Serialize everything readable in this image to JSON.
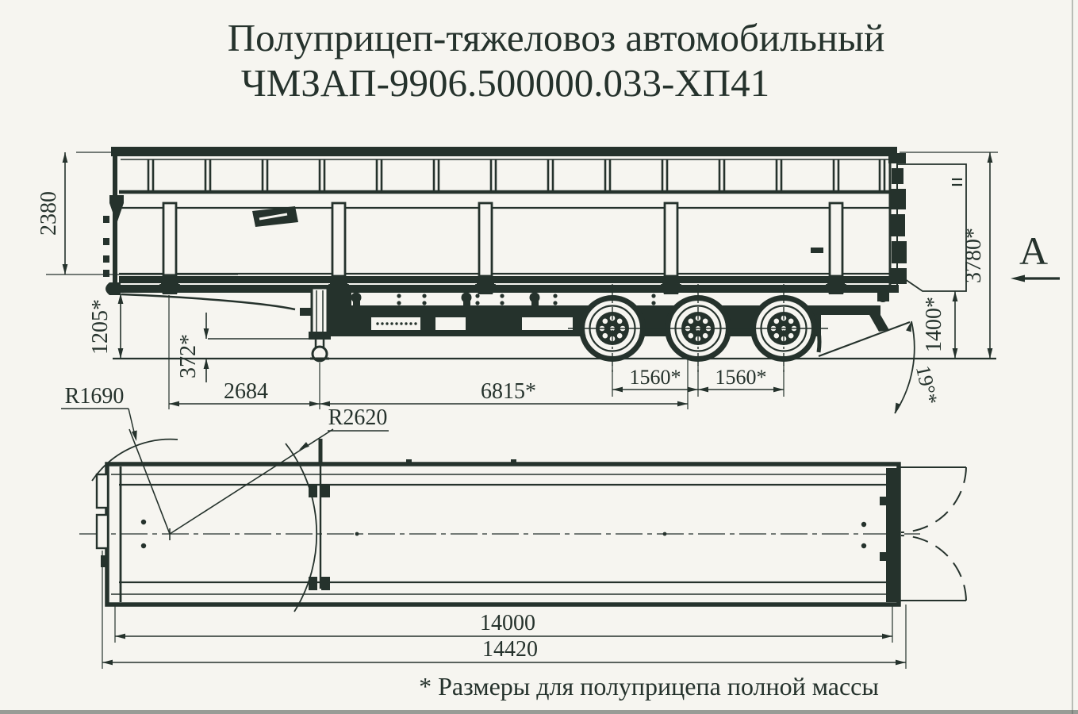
{
  "document": {
    "title_line1": "Полуприцеп-тяжеловоз автомобильный",
    "title_line2": "ЧМЗАП-9906.500000.033-ХП41",
    "footnote": "* Размеры для полуприцепа полной массы"
  },
  "side_view": {
    "view_arrow_label": "А",
    "dimensions": {
      "body_side_height": "2380",
      "platform_height": "1205*",
      "gooseneck_clearance": "372*",
      "overall_height": "3780*",
      "rear_frame_height": "1400*",
      "front_to_kingpin": "2684",
      "kingpin_to_bogie": "6815*",
      "axle_spacing_1": "1560*",
      "axle_spacing_2": "1560*",
      "departure_angle": "19°*"
    }
  },
  "top_view": {
    "dimensions": {
      "front_swing_radius": "R1690",
      "rear_swing_radius": "R2620",
      "platform_length": "14000",
      "overall_length": "14420"
    }
  },
  "colors": {
    "ink": "#25322c",
    "paper": "#f6f5f0"
  }
}
